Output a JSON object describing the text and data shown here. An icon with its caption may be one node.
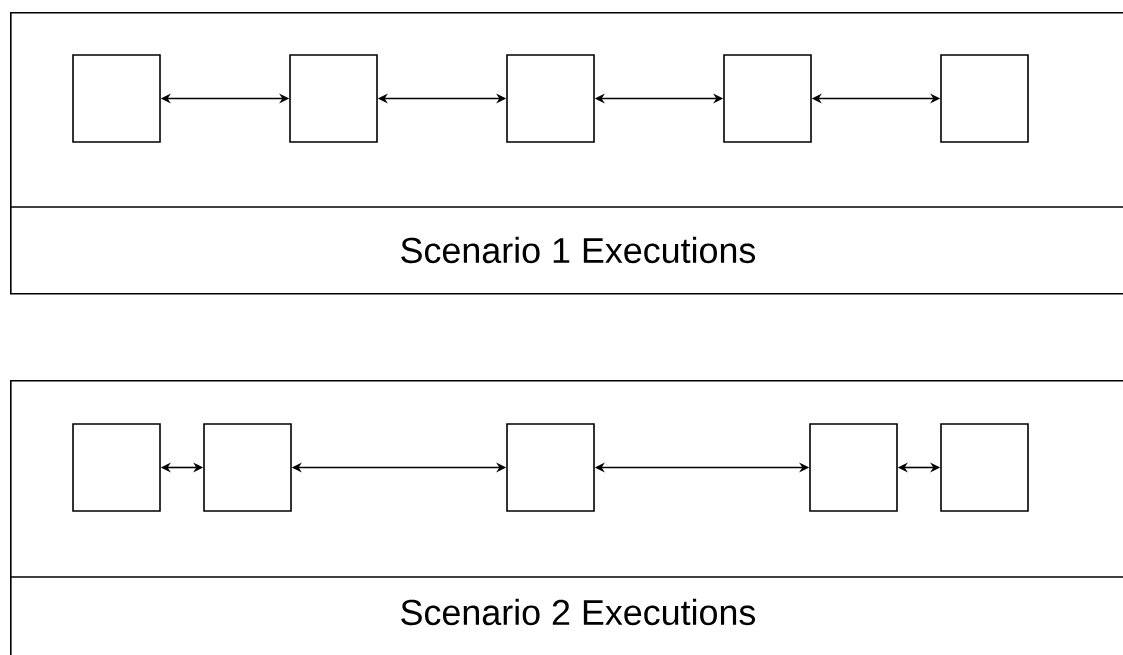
{
  "diagram": {
    "nodes": [
      {
        "text": [
          "Scenario 1 Executions"
        ]
      },
      {
        "text": [],
        "shape": "box",
        "in": 0
      },
      {
        "text": [],
        "shape": "box",
        "in": 0
      },
      {
        "text": [],
        "shape": "box",
        "in": 0
      },
      {
        "text": [],
        "shape": "box",
        "in": 0
      },
      {
        "text": [],
        "shape": "box",
        "in": 0
      },
      {
        "text": [
          "Scenario 2 Executions"
        ]
      },
      {
        "text": [],
        "shape": "box",
        "in": 6
      },
      {
        "text": [],
        "shape": "box",
        "in": 6
      },
      {
        "text": [],
        "shape": "box",
        "in": 6
      },
      {
        "text": [],
        "shape": "box",
        "in": 6
      },
      {
        "text": [],
        "shape": "box",
        "in": 6
      }
    ],
    "edges": [
      {
        "from": 1,
        "to": 2,
        "arrow": "both"
      },
      {
        "from": 2,
        "to": 3,
        "arrow": "both"
      },
      {
        "from": 3,
        "to": 4,
        "arrow": "both"
      },
      {
        "from": 4,
        "to": 5,
        "arrow": "both"
      },
      {
        "from": 7,
        "to": 8,
        "arrow": "both"
      },
      {
        "from": 8,
        "to": 9,
        "arrow": "both"
      },
      {
        "from": 9,
        "to": 10,
        "arrow": "both"
      },
      {
        "from": 10,
        "to": 11,
        "arrow": "both"
      }
    ]
  }
}
